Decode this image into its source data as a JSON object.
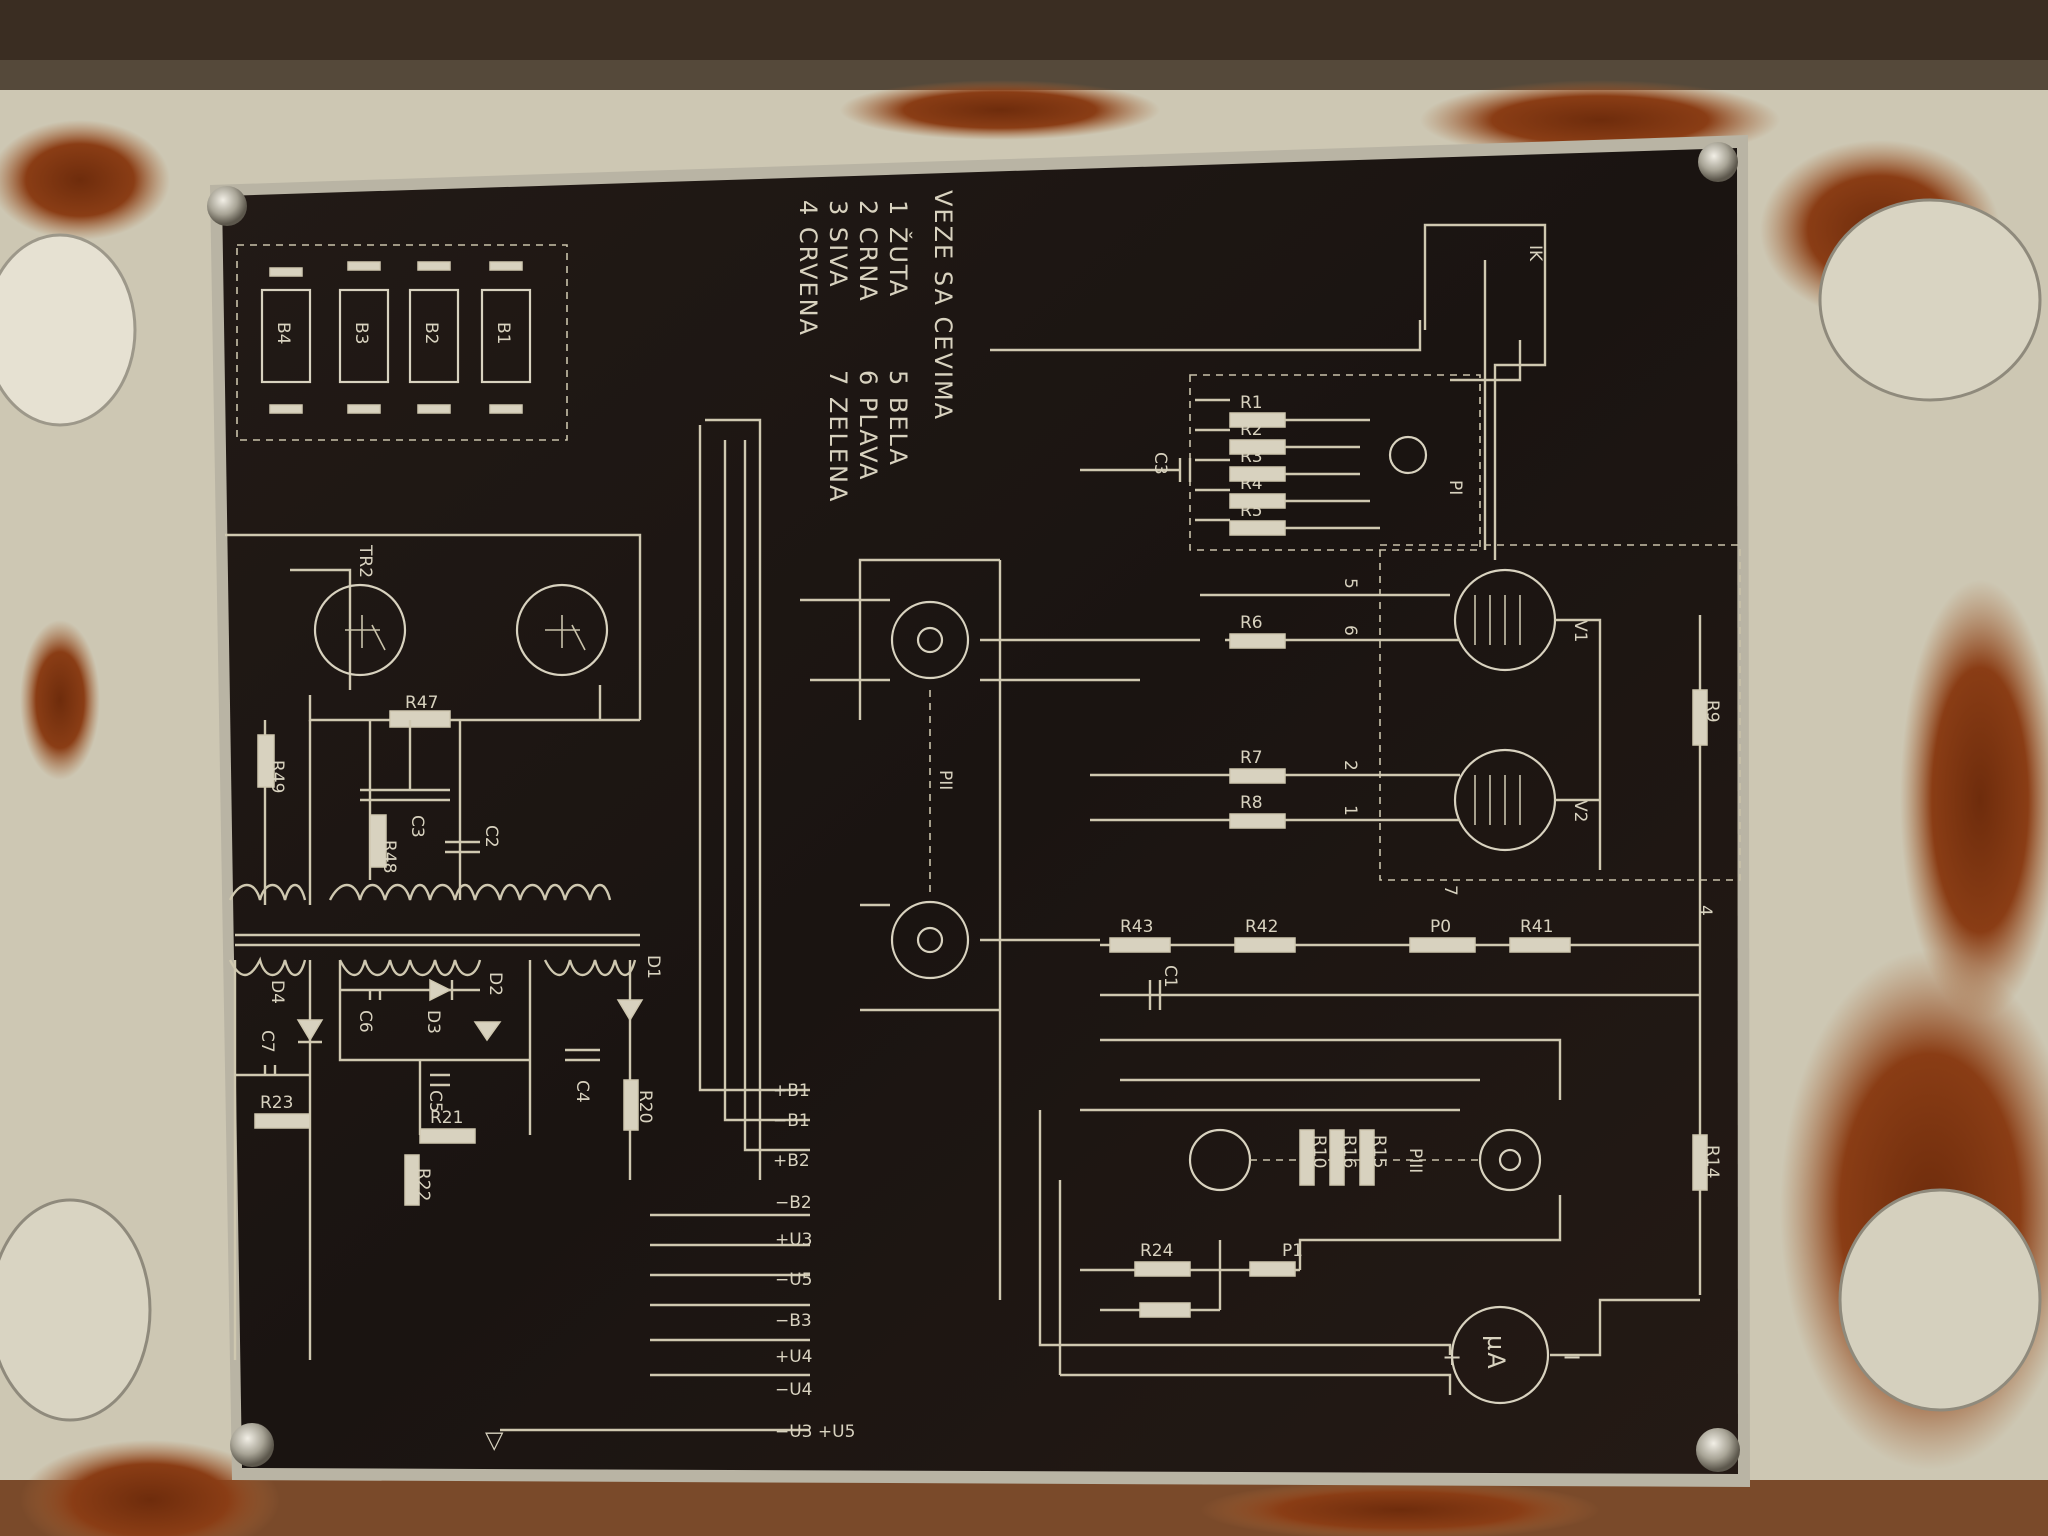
{
  "plate": {
    "title": "VEZE SA CEVIMA",
    "legend_left": [
      "1 ŽUTA",
      "2 CRNA",
      "3 SIVA",
      "4 CRVENA"
    ],
    "legend_right": [
      "5 BELA",
      "6 PLAVA",
      "7 ZELENA"
    ]
  },
  "labels": {
    "batteries": [
      "B4",
      "B3",
      "B2",
      "B1"
    ],
    "transistor": "TR2",
    "resistors_left": [
      "R47",
      "R49",
      "R48",
      "R23",
      "R21",
      "R22",
      "R20"
    ],
    "capacitors_left": [
      "C3",
      "C2",
      "C7",
      "C6",
      "C5",
      "C4"
    ],
    "diodes": [
      "D4",
      "D3",
      "D2",
      "D1"
    ],
    "top_switch": "IK",
    "range_resistors": [
      "R1",
      "R2",
      "R3",
      "R4",
      "R5"
    ],
    "switch_p1": "PI",
    "switch_p2": "PII",
    "switch_p3": "PIII",
    "cap_c3_top": "C3",
    "mid_resistors": [
      "R6",
      "R7",
      "R8",
      "R9",
      "R43",
      "R42",
      "R41",
      "R10",
      "R16",
      "R15",
      "R14",
      "R24"
    ],
    "capacitor_c1": "C1",
    "tubes": [
      "V1",
      "V2"
    ],
    "pins": [
      "5",
      "6",
      "2",
      "1",
      "7",
      "4"
    ],
    "pot_p0": "P0",
    "pot_p1": "P1",
    "meter": "µA",
    "meter_plus": "+",
    "meter_minus": "−",
    "terminals": [
      "+B1",
      "−B1",
      "+B2",
      "−B2",
      "+U3",
      "−U5",
      "−B3",
      "+U4",
      "−U4",
      "−U3 +U5"
    ],
    "ground": "▽"
  },
  "colors": {
    "plate": "#1b1512",
    "ink": "#d8d2bf",
    "steel": "#cfc9b6",
    "rust": "#8a3d15"
  }
}
